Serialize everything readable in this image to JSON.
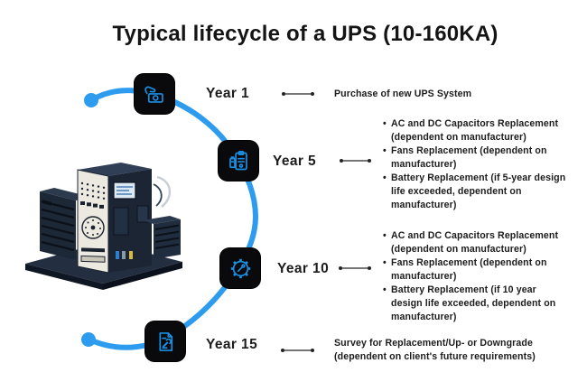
{
  "title": "Typical lifecycle of a UPS (10-160KA)",
  "colors": {
    "curve_blue": "#2D9CEF",
    "icon_blue": "#1A8FE3",
    "tile_black": "#0A0A0C",
    "text_dark": "#1C1C1C"
  },
  "illustration": "ups-machine-isometric",
  "milestones": [
    {
      "label": "Year 1",
      "icon": "money-hand-icon",
      "description": "Purchase of new UPS System",
      "bullets": []
    },
    {
      "label": "Year 5",
      "icon": "battery-checklist-icon",
      "description": "",
      "bullets": [
        "AC and DC Capacitors Replacement\n(dependent on manufacturer)",
        "Fans Replacement (dependent on\nmanufacturer)",
        "Battery Replacement (if 5-year design\nlife exceeded, dependent on\nmanufacturer)"
      ]
    },
    {
      "label": "Year 10",
      "icon": "gear-screwdriver-icon",
      "description": "",
      "bullets": [
        "AC and DC Capacitors Replacement\n(dependent on manufacturer)",
        "Fans Replacement (dependent on\nmanufacturer)",
        "Battery Replacement (if 10 year\ndesign life exceeded, dependent on\nmanufacturer)"
      ]
    },
    {
      "label": "Year 15",
      "icon": "document-wrench-icon",
      "description": "Survey for Replacement/Up- or Downgrade\n(dependent on client's future requirements)",
      "bullets": []
    }
  ]
}
